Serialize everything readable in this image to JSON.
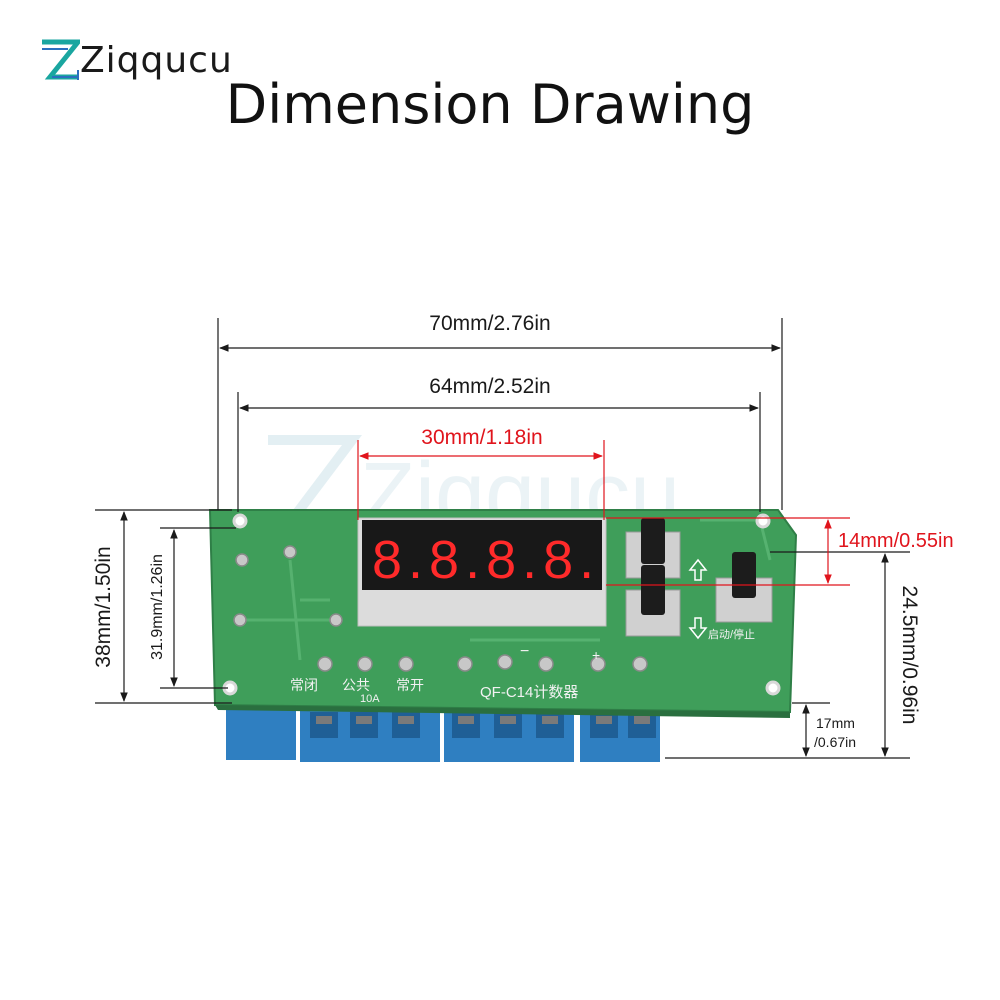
{
  "brand": {
    "name": "Ziqqucu",
    "logo_icon": "ziqqucu-z-logo-icon",
    "watermark": "Ziqqucu"
  },
  "title": "Dimension Drawing",
  "dimensions": {
    "overall_width": "70mm/2.76in",
    "hole_spacing_width": "64mm/2.52in",
    "display_width": "30mm/1.18in",
    "button_offset": "14mm/0.55in",
    "overall_height": "38mm/1.50in",
    "hole_spacing_height": "31.9mm/1.26in",
    "total_depth": "24.5mm/0.96in",
    "terminal_height_mm": "17mm",
    "terminal_height_in": "/0.67in"
  },
  "board": {
    "model_label": "QF-C14计数器",
    "relay_labels": {
      "nc": "常闭",
      "com": "公共",
      "current": "10A",
      "no": "常开"
    },
    "button_label": "启动/停止",
    "power_labels": {
      "minus": "−",
      "plus": "+"
    },
    "display_digits": "8.8.8.8."
  },
  "colors": {
    "pcb": "#3f9e5a",
    "pcb_dark": "#2f7f47",
    "terminal": "#2f7fc1",
    "dimension_red": "#e0141c",
    "dimension_black": "#1a1a1a",
    "display_red": "#ff2a2a",
    "display_bg": "#181818"
  }
}
